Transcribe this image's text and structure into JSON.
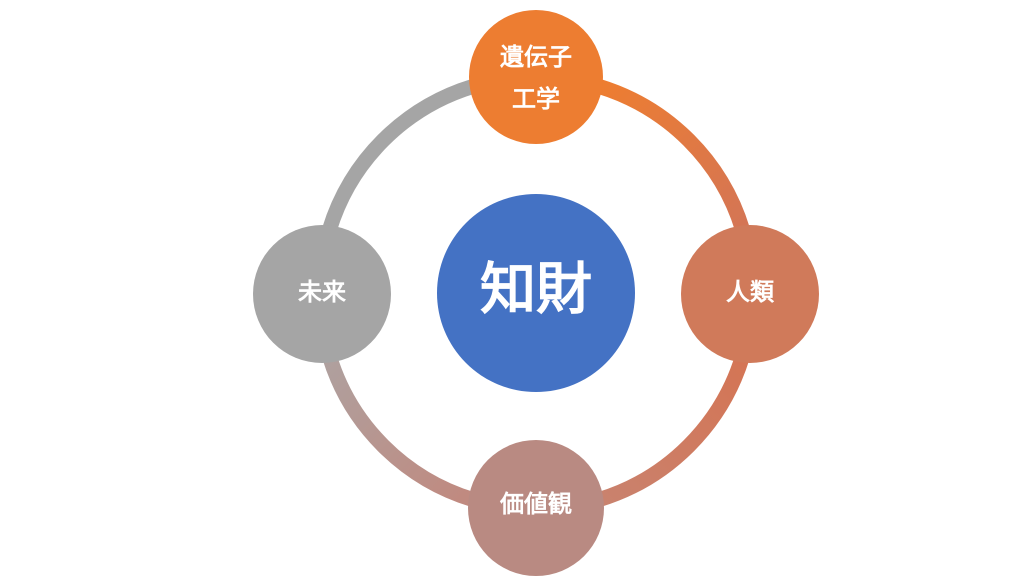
{
  "center": {
    "label": "知財",
    "color": "#4472C4"
  },
  "nodes": [
    {
      "id": "top",
      "lines": [
        "遺伝子",
        "工学"
      ],
      "color": "#ED7D31"
    },
    {
      "id": "right",
      "lines": [
        "人類"
      ],
      "color": "#D07A5A"
    },
    {
      "id": "bottom",
      "lines": [
        "価値観"
      ],
      "color": "#B98A82"
    },
    {
      "id": "left",
      "lines": [
        "未来"
      ],
      "color": "#A5A5A5"
    }
  ],
  "arcs": [
    {
      "from": "top",
      "to": "right",
      "color": "#ED7D31",
      "color_end": "#D47555"
    },
    {
      "from": "right",
      "to": "bottom",
      "color": "#D47555",
      "color_end": "#C9826E"
    },
    {
      "from": "bottom",
      "to": "left",
      "color": "#C08A80",
      "color_end": "#AFA09E"
    },
    {
      "from": "left",
      "to": "top",
      "color": "#A5A5A5",
      "color_end": "#A5A5A5"
    }
  ]
}
